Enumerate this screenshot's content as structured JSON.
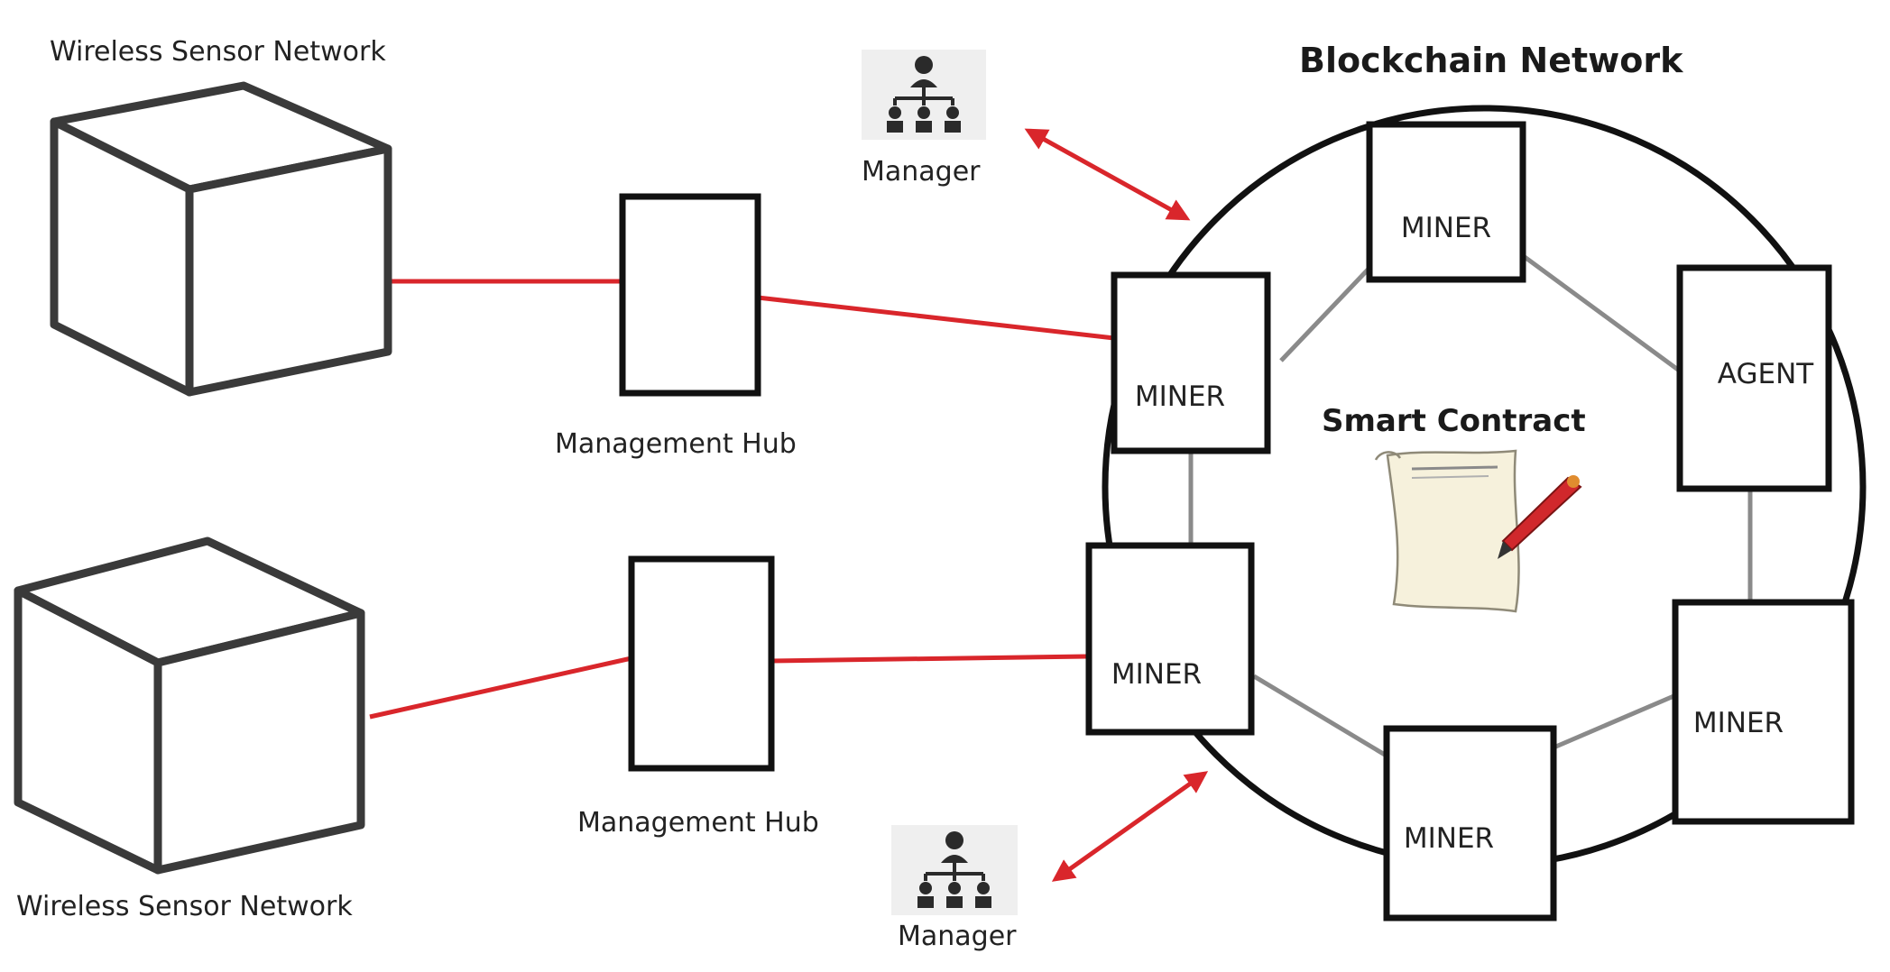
{
  "title": "Blockchain Network",
  "center_label": "Smart Contract",
  "wsn": [
    {
      "label": "Wireless Sensor Network"
    },
    {
      "label": "Wireless Sensor Network"
    }
  ],
  "hubs": [
    {
      "label": "Management Hub"
    },
    {
      "label": "Management Hub"
    }
  ],
  "managers": [
    {
      "label": "Manager",
      "icon": "org-chart-icon"
    },
    {
      "label": "Manager",
      "icon": "org-chart-icon"
    }
  ],
  "ring_nodes": [
    {
      "label": "MINER"
    },
    {
      "label": "AGENT"
    },
    {
      "label": "MINER"
    },
    {
      "label": "MINER"
    },
    {
      "label": "MINER"
    },
    {
      "label": "MINER"
    }
  ],
  "colors": {
    "link_red": "#d9262b",
    "link_grey": "#8a8a8a",
    "outline": "#111111",
    "contract_paper": "#f6f1dc",
    "pen": "#d0282c"
  }
}
